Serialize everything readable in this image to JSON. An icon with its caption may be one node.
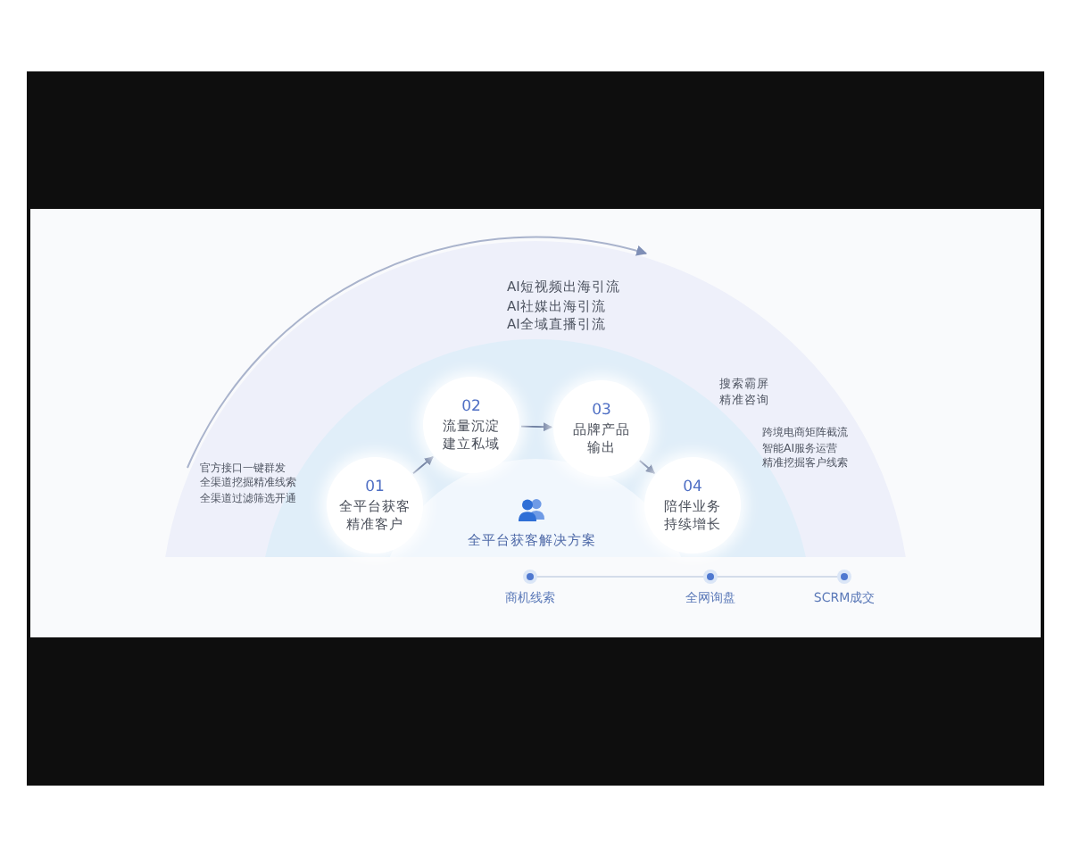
{
  "diagram": {
    "nodes": [
      {
        "text": [
          "01",
          "全平台获客精准客户"
        ]
      },
      {
        "text": [
          "02",
          "流量沉淀建立私域"
        ]
      },
      {
        "text": [
          "03",
          "品牌产品输出"
        ]
      },
      {
        "text": [
          "04",
          "陪伴业务持续增长"
        ]
      }
    ],
    "edges": [
      {
        "from": 0,
        "to": 1,
        "arrow": "to"
      },
      {
        "from": 1,
        "to": 2,
        "arrow": "to"
      },
      {
        "from": 2,
        "to": 3,
        "arrow": "to"
      }
    ],
    "labels": [
      "AI短视频出海引流",
      "AI社媒出海引流",
      "AI全域直播引流",
      "搜索霸屏",
      "精准咨询",
      "官方接口一键群发",
      "全渠道挖掘精准线索",
      "全渠道过滤筛选开通",
      "跨境电商矩阵截流",
      "智能AI服务运营",
      "精准挖掘客户线索",
      "全平台获客解决方案",
      "商机线索",
      "全网询盘",
      "SCRM成交"
    ]
  }
}
